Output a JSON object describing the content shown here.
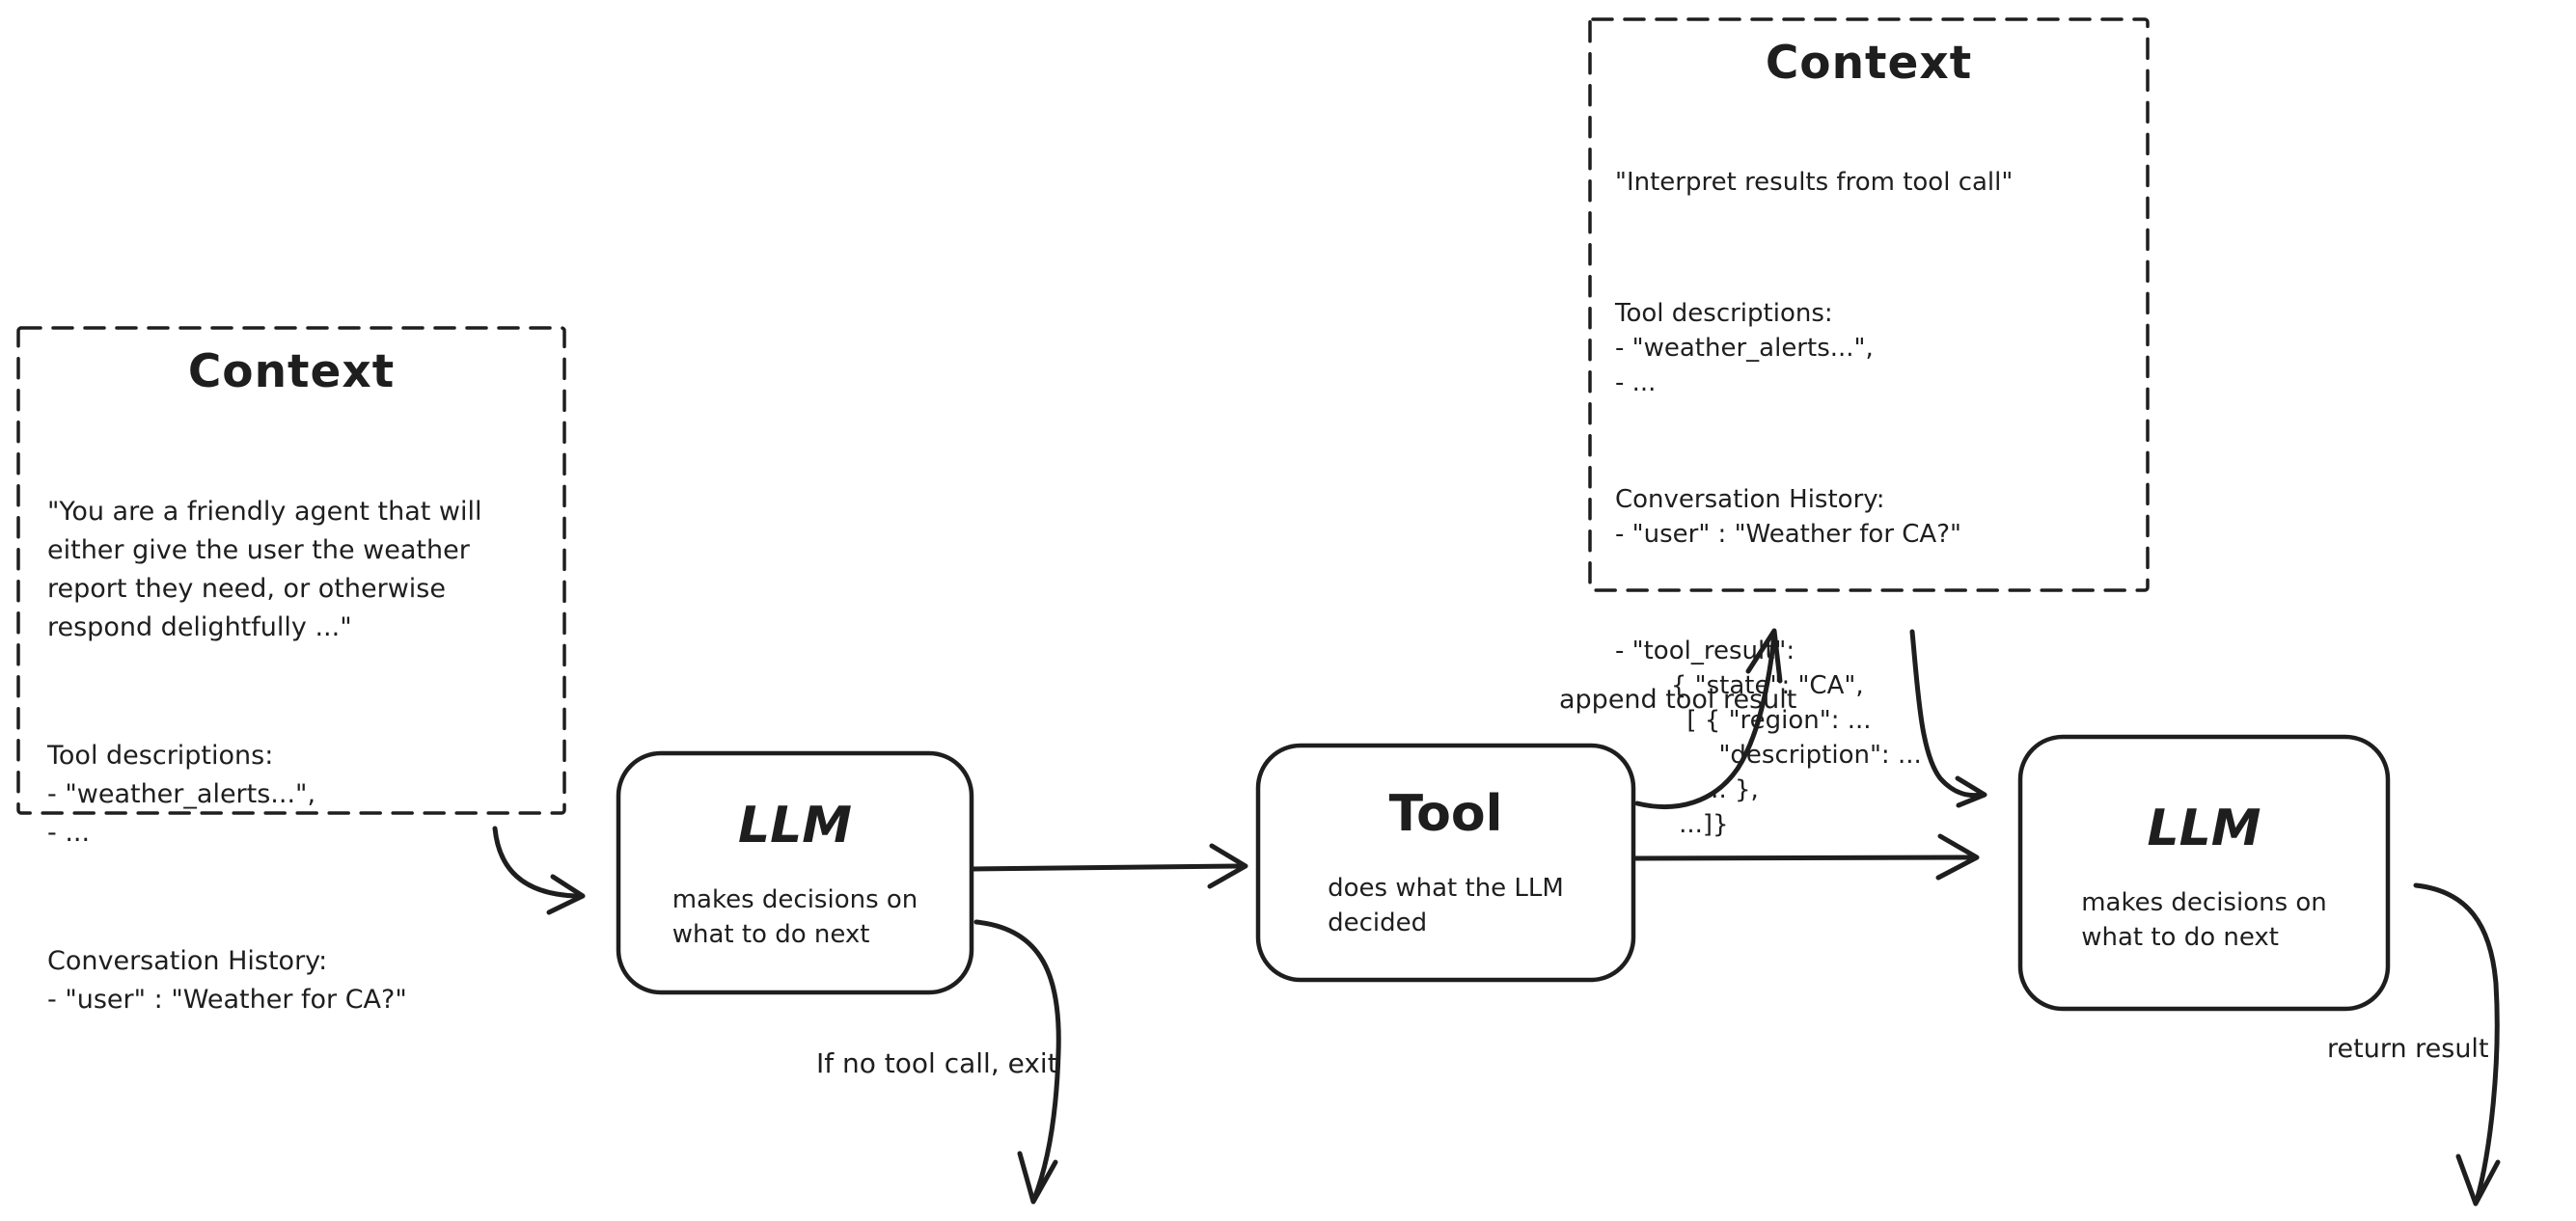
{
  "colors": {
    "ink": "#1e1e1e",
    "background": "#ffffff"
  },
  "context_left": {
    "title": "Context",
    "sections": [
      {
        "lines": [
          "\"You are a friendly agent that will",
          "either give the user the weather",
          "report they need, or otherwise",
          "respond delightfully ...\""
        ]
      },
      {
        "lines": [
          "Tool descriptions:",
          "- \"weather_alerts...\",",
          "- ..."
        ]
      },
      {
        "lines": [
          "Conversation History:",
          "- \"user\" : \"Weather for CA?\""
        ]
      }
    ]
  },
  "context_right": {
    "title": "Context",
    "sections": [
      {
        "lines": [
          "\"Interpret results from tool call\""
        ]
      },
      {
        "lines": [
          "Tool descriptions:",
          "- \"weather_alerts...\",",
          "- ..."
        ]
      },
      {
        "lines": [
          "Conversation History:",
          "- \"user\" : \"Weather for CA?\""
        ]
      },
      {
        "lines": [
          "- \"tool_result\":",
          "       { \"state\": \"CA\",",
          "         [ { \"region\": ...",
          "             \"description\": ...",
          "           ... },",
          "        ...]}"
        ]
      }
    ]
  },
  "nodes": {
    "llm1": {
      "title": "LLM",
      "subtitle_lines": [
        "makes decisions on",
        "what to do next"
      ]
    },
    "tool": {
      "title": "Tool",
      "subtitle_lines": [
        "does what the LLM",
        "decided"
      ]
    },
    "llm2": {
      "title": "LLM",
      "subtitle_lines": [
        "makes decisions on",
        "what to do next"
      ]
    }
  },
  "edge_labels": {
    "append_tool_result": "append tool result",
    "no_tool_call_exit": "If no tool call, exit",
    "return_result": "return result"
  }
}
